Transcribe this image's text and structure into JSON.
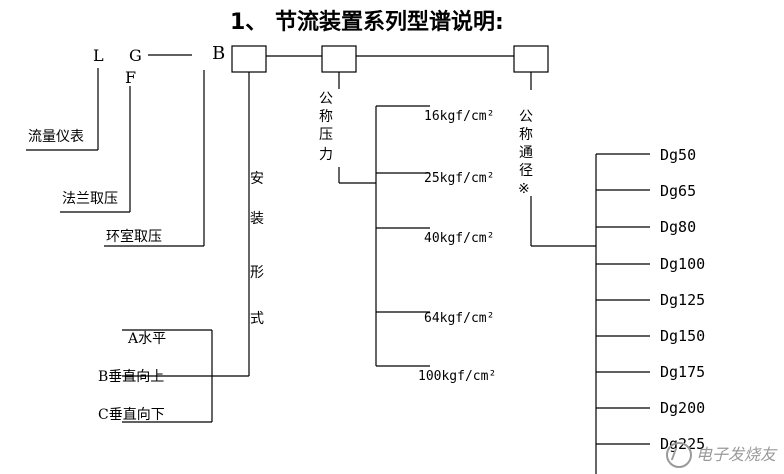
{
  "title": "1、    节流装置系列型谱说明:",
  "codes": {
    "L": "L",
    "G": "G",
    "F": "F",
    "B": "B"
  },
  "device_types": [
    "流量仪表",
    "法兰取压",
    "环室取压"
  ],
  "install_form": {
    "label": "安装形式",
    "label_chars": [
      "安",
      "装",
      "形",
      "式"
    ],
    "options": [
      "A水平",
      "B垂直向上",
      "C垂直向下"
    ]
  },
  "nominal_pressure": {
    "label_chars": [
      "公",
      "称",
      "压",
      "力"
    ],
    "values": [
      "16kgf/cm²",
      "25kgf/cm²",
      "40kgf/cm²",
      "64kgf/cm²",
      "100kgf/cm²"
    ]
  },
  "nominal_diameter": {
    "label_chars": [
      "公",
      "称",
      "通",
      "径",
      "※"
    ],
    "values": [
      "Dg50",
      "Dg65",
      "Dg80",
      "Dg100",
      "Dg125",
      "Dg150",
      "Dg175",
      "Dg200",
      "Dg225"
    ]
  },
  "watermark": "电子发烧友"
}
